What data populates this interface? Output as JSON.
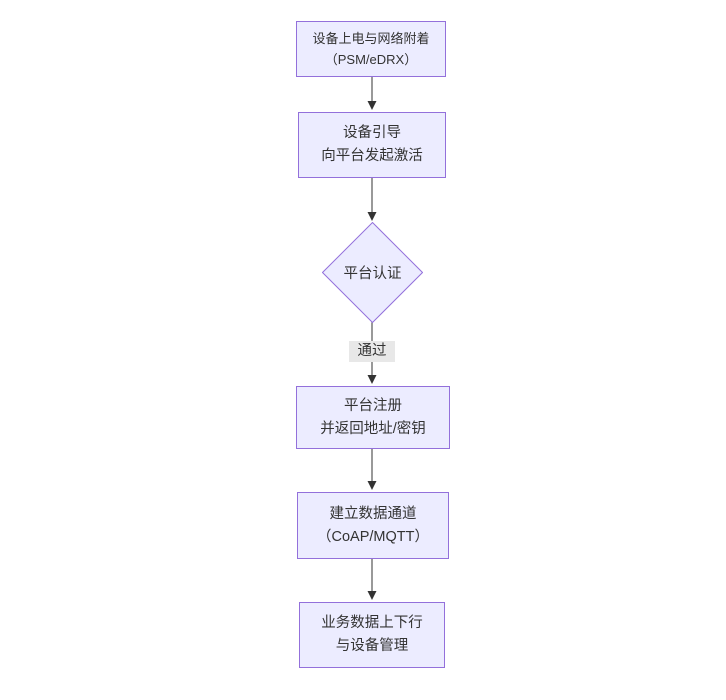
{
  "diagram": {
    "type": "flowchart",
    "direction": "top-down",
    "nodes": {
      "power_attach": {
        "shape": "rect",
        "line1": "设备上电与网络附着",
        "line2": "（PSM/eDRX）"
      },
      "bootstrap": {
        "shape": "rect",
        "line1": "设备引导",
        "line2": "向平台发起激活"
      },
      "platform_auth": {
        "shape": "diamond",
        "label": "平台认证"
      },
      "platform_register": {
        "shape": "rect",
        "line1": "平台注册",
        "line2": "并返回地址/密钥"
      },
      "data_channel": {
        "shape": "rect",
        "line1": "建立数据通道",
        "line2": "（CoAP/MQTT）"
      },
      "business_mgmt": {
        "shape": "rect",
        "line1": "业务数据上下行",
        "line2": "与设备管理"
      }
    },
    "edges": [
      {
        "from": "power_attach",
        "to": "bootstrap",
        "label": ""
      },
      {
        "from": "bootstrap",
        "to": "platform_auth",
        "label": ""
      },
      {
        "from": "platform_auth",
        "to": "platform_register",
        "label": "通过"
      },
      {
        "from": "platform_register",
        "to": "data_channel",
        "label": ""
      },
      {
        "from": "data_channel",
        "to": "business_mgmt",
        "label": ""
      }
    ],
    "colors": {
      "node_fill": "#ECECFF",
      "node_border": "#9370DB",
      "edge_line": "#333333",
      "edge_label_bg": "#e8e8e8",
      "text": "#333333",
      "background": "#ffffff"
    }
  }
}
